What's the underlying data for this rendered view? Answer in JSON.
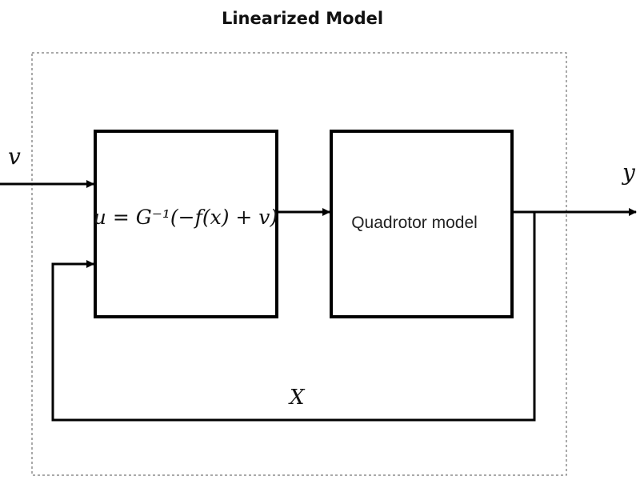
{
  "title": "Linearized Model",
  "blocks": {
    "controller": "u = G⁻¹(−f(x) + v)",
    "plant": "Quadrotor model"
  },
  "signals": {
    "input": "v",
    "output": "y",
    "feedback": "X"
  }
}
